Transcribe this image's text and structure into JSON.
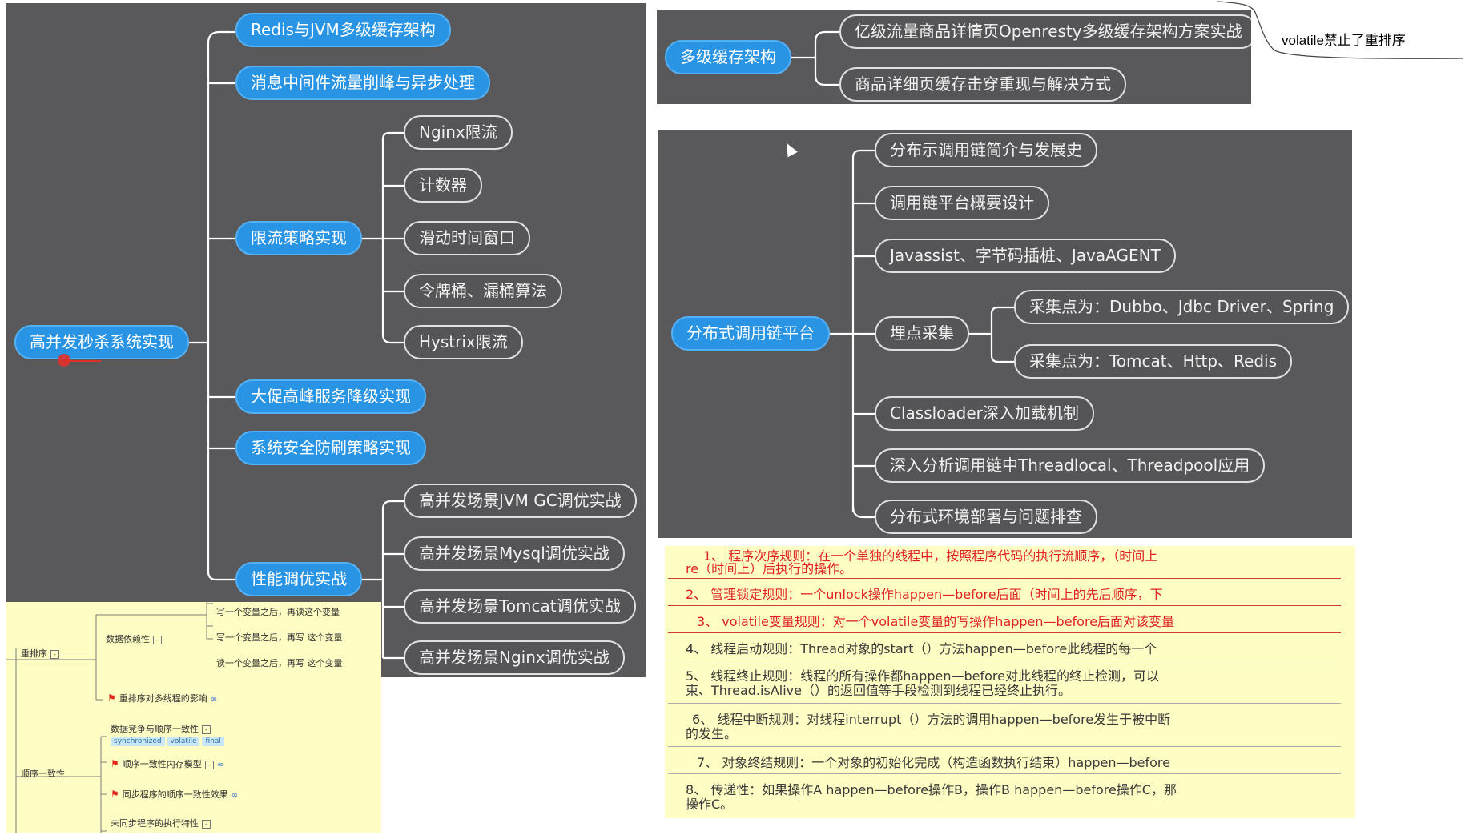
{
  "panel1": {
    "root": "高并发秒杀系统实现",
    "branches": [
      {
        "label": "Redis与JVM多级缓存架构",
        "children": []
      },
      {
        "label": "消息中间件流量削峰与异步处理",
        "children": []
      },
      {
        "label": "限流策略实现",
        "children": [
          "Nginx限流",
          "计数器",
          "滑动时间窗口",
          "令牌桶、漏桶算法",
          "Hystrix限流"
        ]
      },
      {
        "label": "大促高峰服务降级实现",
        "children": []
      },
      {
        "label": "系统安全防刷策略实现",
        "children": []
      },
      {
        "label": "性能调优实战",
        "children": [
          "高并发场景JVM GC调优实战",
          "高并发场景Mysql调优实战",
          "高并发场景Tomcat调优实战",
          "高并发场景Nginx调优实战"
        ]
      }
    ]
  },
  "panel2": {
    "root": "多级缓存架构",
    "children": [
      "亿级流量商品详情页Openresty多级缓存架构方案实战",
      "商品详细页缓存击穿重现与解决方式"
    ]
  },
  "callout": {
    "text": "volatile禁止了重排序"
  },
  "panel3": {
    "root": "分布式调用链平台",
    "children": [
      "分布示调用链简介与发展史",
      "调用链平台概要设计",
      "Javassist、字节码插桩、JavaAGENT",
      "埋点采集",
      "Classloader深入加载机制",
      "深入分析调用链中Threadlocal、Threadpool应用",
      "分布式环境部署与问题排查"
    ],
    "sub_children": [
      "采集点为：Dubbo、Jdbc Driver、Spring",
      "采集点为：Tomcat、Http、Redis"
    ]
  },
  "mini_map": {
    "reorder": "重排序",
    "data_dep": "数据依赖性",
    "dep_items": [
      "写一个变量之后，再读这个变量",
      "写一个变量之后，再写 这个变量",
      "读一个变量之后，再写 这个变量"
    ],
    "reorder_effect": "重排序对多线程的影响",
    "consistency": "顺序一致性",
    "race": "数据竞争与顺序一致性",
    "tags": [
      "synchronized",
      "volatile",
      "final"
    ],
    "memory_model": "顺序一致性内存模型",
    "sync_effect": "同步程序的顺序一致性效果",
    "unsync": "未同步程序的执行特性"
  },
  "rules": [
    {
      "line1": "1、 程序次序规则：在一个单独的线程中，按照程序代码的执行流顺序，（时间上",
      "line2": "re（时间上）后执行的操作。",
      "color": "#e02222"
    },
    {
      "line1": "2、 管理锁定规则：一个unlock操作happen—before后面（时间上的先后顺序，下",
      "line2": "",
      "color": "#e02222"
    },
    {
      "line1": "3、 volatile变量规则：对一个volatile变量的写操作happen—before后面对该变量",
      "line2": "",
      "color": "#e02222"
    },
    {
      "line1": "4、 线程启动规则：Thread对象的start（）方法happen—before此线程的每一个",
      "line2": "",
      "color": "#3a3a3a"
    },
    {
      "line1": "5、 线程终止规则：线程的所有操作都happen—before对此线程的终止检测，可以",
      "line2": "束、Thread.isAlive（）的返回值等手段检测到线程已经终止执行。",
      "color": "#3a3a3a"
    },
    {
      "line1": "6、 线程中断规则：对线程interrupt（）方法的调用happen—before发生于被中断",
      "line2": "的发生。",
      "color": "#3a3a3a"
    },
    {
      "line1": "7、 对象终结规则：一个对象的初始化完成（构造函数执行结束）happen—before",
      "line2": "",
      "color": "#3a3a3a"
    },
    {
      "line1": "8、 传递性：如果操作A happen—before操作B，操作B happen—before操作C，那",
      "line2": "操作C。",
      "color": "#3a3a3a"
    }
  ]
}
